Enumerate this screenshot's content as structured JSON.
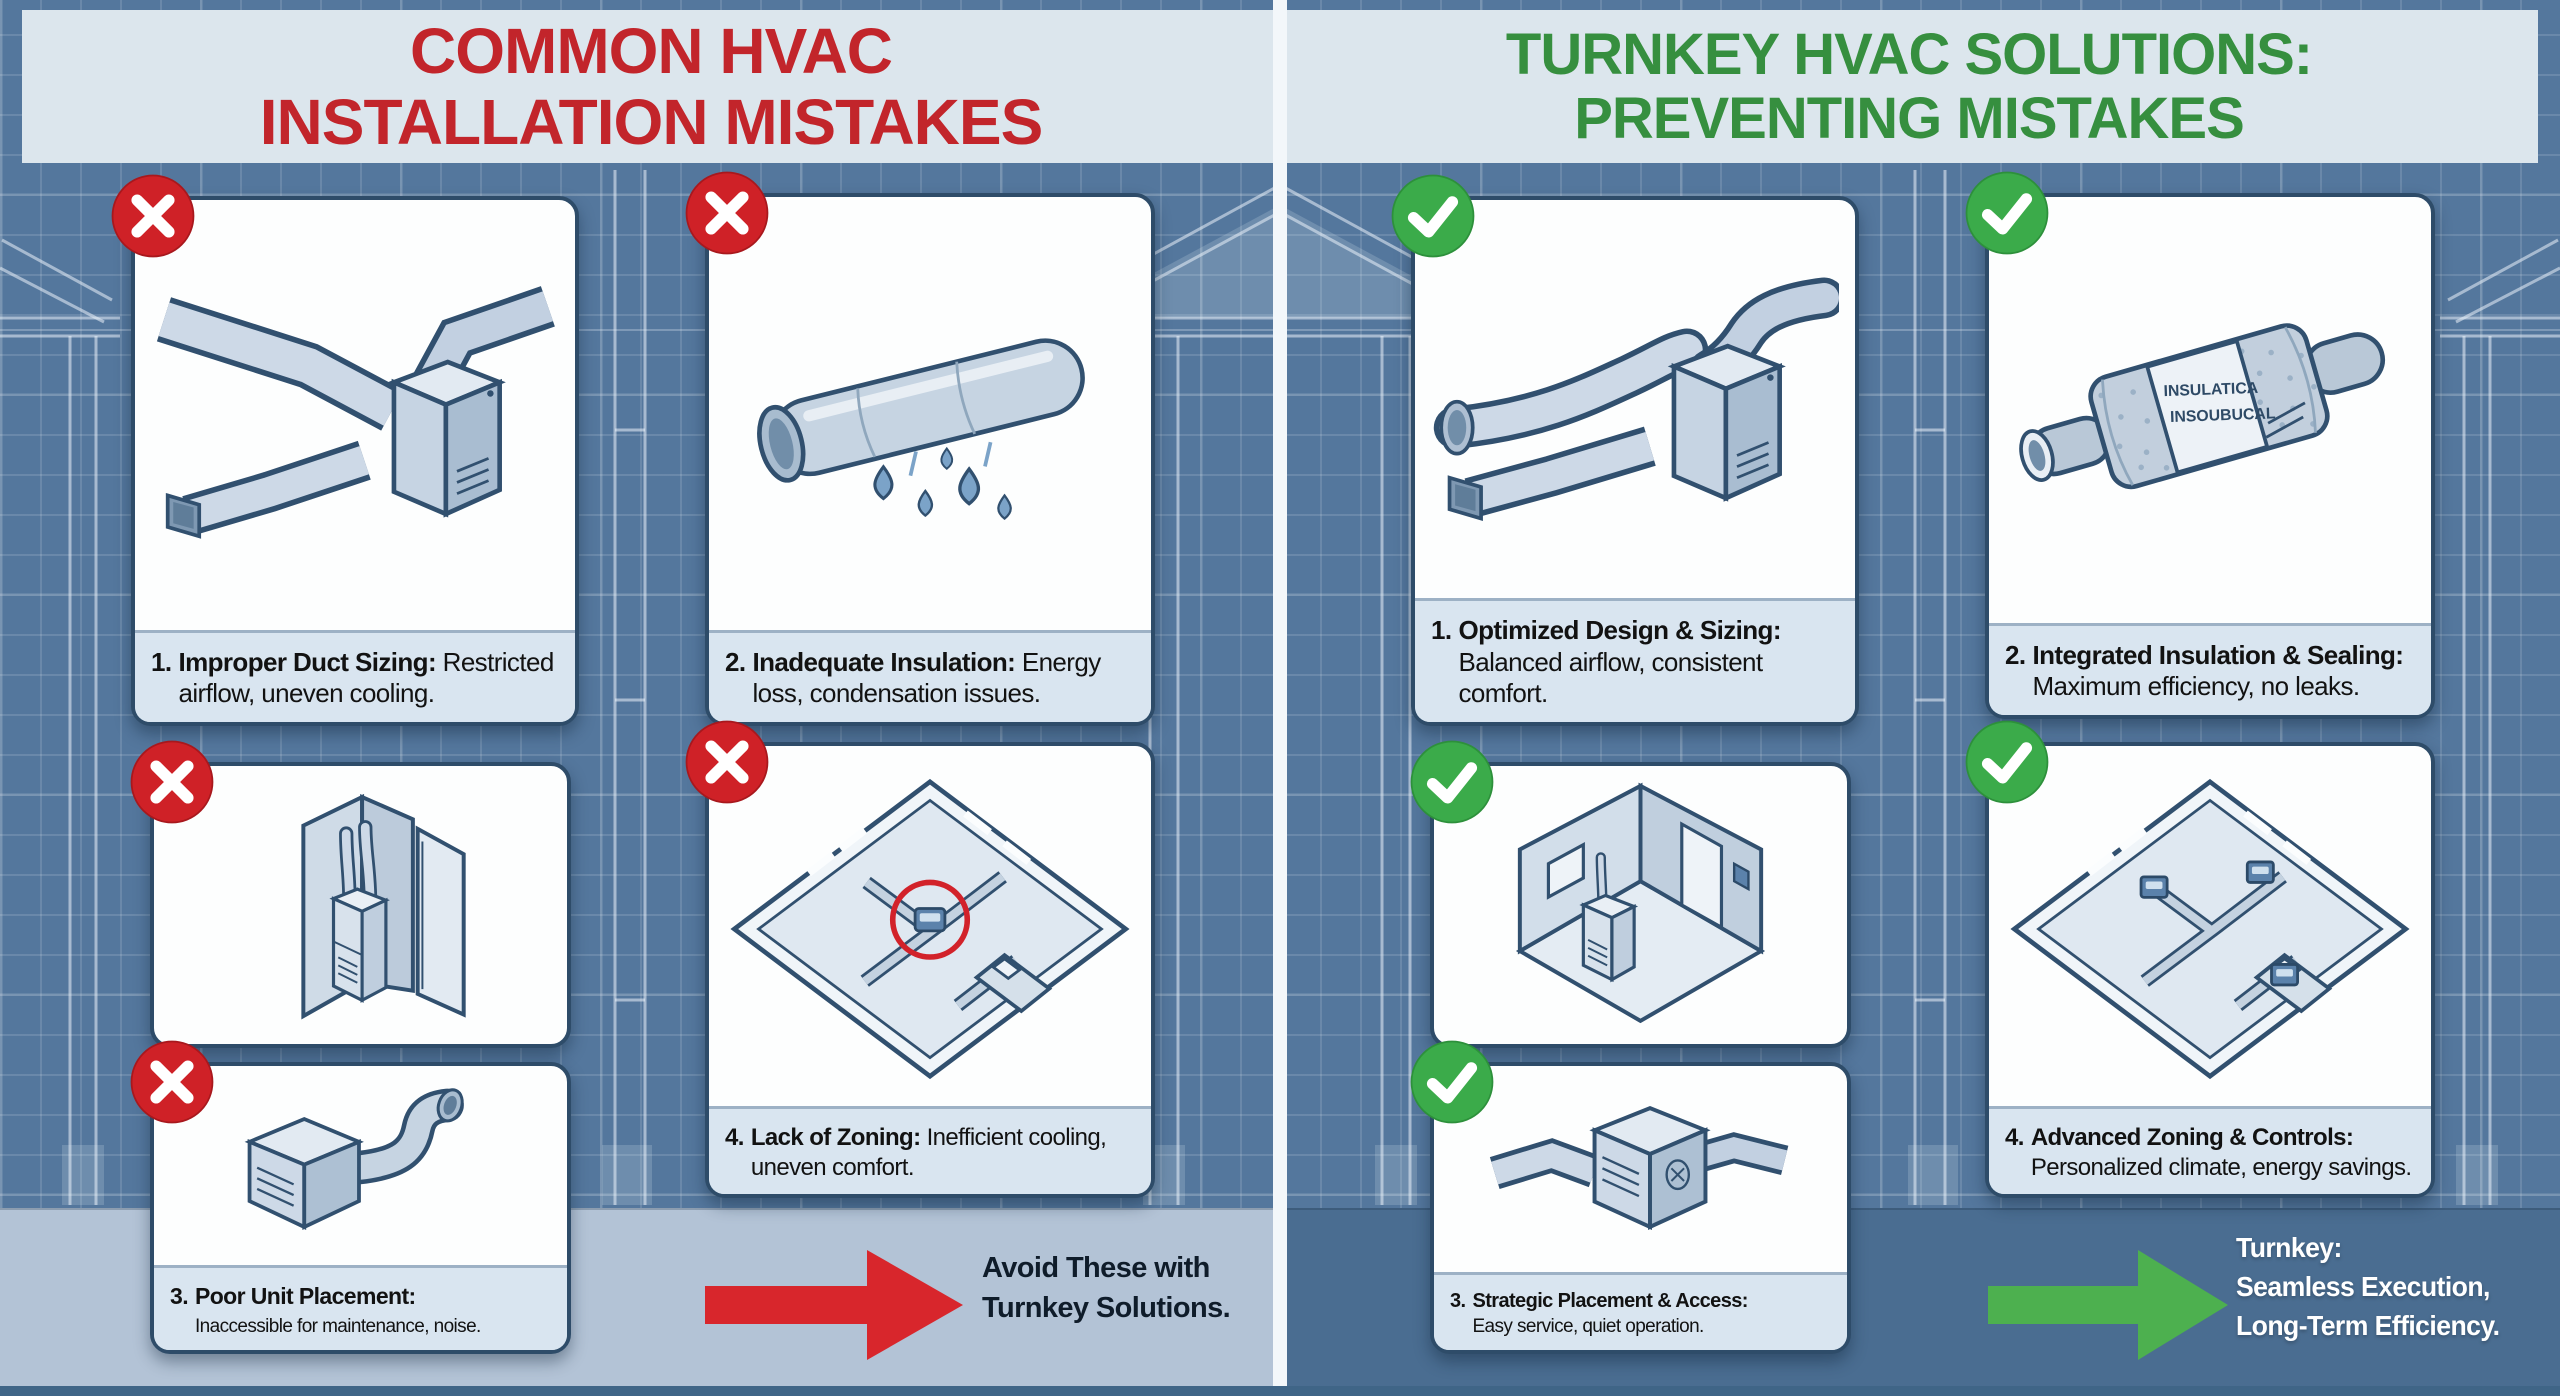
{
  "header": {
    "left_title": [
      "COMMON HVAC",
      "INSTALLATION MISTAKES"
    ],
    "right_title": [
      "TURNKEY HVAC SOLUTIONS:",
      "PREVENTING MISTAKES"
    ]
  },
  "left_panel": {
    "items": [
      {
        "num": "1.",
        "title": "Improper Duct Sizing:",
        "desc": "Restricted airflow, uneven cooling."
      },
      {
        "num": "2.",
        "title": "Inadequate Insulation:",
        "desc": "Energy loss, condensation issues."
      },
      {
        "num": "3.",
        "title": "Poor Unit Placement:",
        "desc": "Inaccessible for maintenance, noise."
      },
      {
        "num": "4.",
        "title": "Lack of Zoning:",
        "desc": "Inefficient cooling, uneven comfort."
      }
    ],
    "note": [
      "Avoid These with",
      "Turnkey Solutions."
    ]
  },
  "right_panel": {
    "items": [
      {
        "num": "1.",
        "title": "Optimized Design & Sizing:",
        "desc": "Balanced airflow, consistent comfort."
      },
      {
        "num": "2.",
        "title": "Integrated Insulation & Sealing:",
        "desc": "Maximum efficiency, no leaks."
      },
      {
        "num": "3.",
        "title": "Strategic Placement & Access:",
        "desc": "Easy service, quiet operation."
      },
      {
        "num": "4.",
        "title": "Advanced Zoning & Controls:",
        "desc": "Personalized climate, energy savings."
      }
    ],
    "note": [
      "Turnkey:",
      "Seamless Execution,",
      "Long-Term Efficiency."
    ],
    "insulation_pipe_label": [
      "INSULATICA",
      "INSOUBUCAL"
    ]
  },
  "icons": {
    "mistake_badge": "x-mark",
    "solution_badge": "check-mark"
  },
  "colors": {
    "header_bg": "#dce6ed",
    "blueprint_blue": "#54779d",
    "mistake_title_red": "#c2252b",
    "solution_title_green": "#368f3f",
    "badge_red": "#cf2127",
    "badge_green": "#3bab4a",
    "arrow_red": "#d8262c",
    "arrow_green": "#4db04f",
    "card_border_navy": "#2e4c69",
    "caption_bg": "#d9e5f0",
    "left_footer_band": "#b3c3d6",
    "right_footer_band": "#4a6d91"
  }
}
